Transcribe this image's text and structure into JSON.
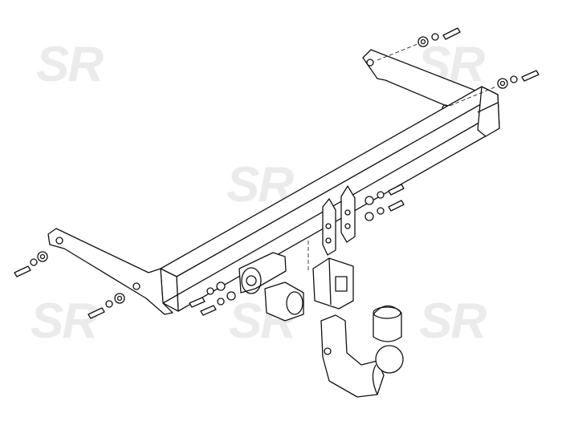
{
  "watermark": {
    "text": "SR",
    "color": "#ebebeb",
    "count": 6
  },
  "drawing": {
    "subject": "tow-bar-assembly",
    "line_color": "#111111"
  }
}
